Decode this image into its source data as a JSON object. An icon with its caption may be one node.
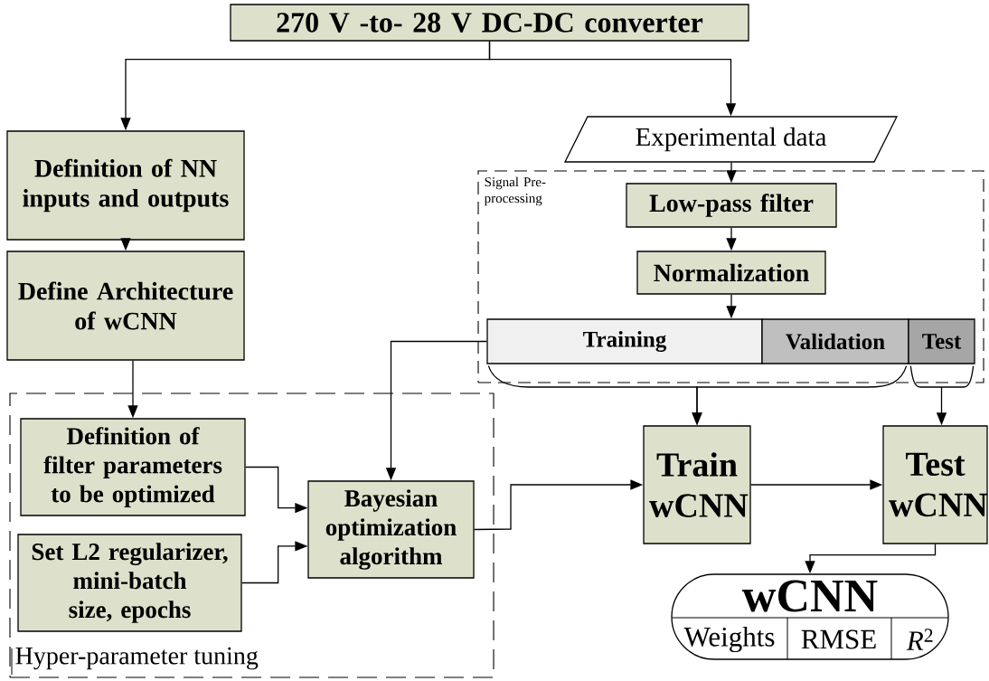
{
  "diagram": {
    "nodes": [
      {
        "text": [
          "270 V -to- 28 V DC-DC converter"
        ]
      },
      {
        "text": [
          "Definition of NN inputs and outputs"
        ]
      },
      {
        "text": [
          "Experimental data"
        ]
      },
      {
        "text": [
          "Signal Pre-processing"
        ]
      },
      {
        "text": [
          "Low-pass filter"
        ],
        "in": 3
      },
      {
        "text": [
          "Normalization"
        ],
        "in": 3
      },
      {
        "text": [
          "Training"
        ],
        "in": 3
      },
      {
        "text": [
          "Validation"
        ],
        "in": 3
      },
      {
        "text": [
          "Test"
        ],
        "in": 3
      },
      {
        "text": [
          "Define Architecture of wCNN"
        ]
      },
      {
        "text": [
          "Hyper-parameter tuning"
        ]
      },
      {
        "text": [
          "Definition of filter parameters to be optimized"
        ],
        "in": 10
      },
      {
        "text": [
          "Set L2 regularizer, mini-batch size, epochs"
        ],
        "in": 10
      },
      {
        "text": [
          "Bayesian optimization algorithm"
        ],
        "in": 10
      },
      {
        "text": [
          "Train wCNN"
        ]
      },
      {
        "text": [
          "Test wCNN"
        ]
      },
      {
        "text": [
          "wCNN",
          "Weights",
          "RMSE",
          "*R*$^{2}$"
        ]
      }
    ],
    "edges": [
      {
        "from": 0,
        "to": 1,
        "arrow": "to"
      },
      {
        "from": 0,
        "to": 2,
        "arrow": "to"
      },
      {
        "from": 2,
        "to": 4,
        "arrow": "to"
      },
      {
        "from": 4,
        "to": 5,
        "arrow": "to"
      },
      {
        "from": 5,
        "to": 6,
        "arrow": "to"
      },
      {
        "from": 1,
        "to": 9,
        "arrow": "to"
      },
      {
        "from": 9,
        "to": 11,
        "arrow": "to"
      },
      {
        "from": 6,
        "to": 13,
        "arrow": "to"
      },
      {
        "from": 11,
        "to": 13,
        "arrow": "to"
      },
      {
        "from": 12,
        "to": 13,
        "arrow": "to"
      },
      {
        "from": 13,
        "to": 14,
        "arrow": "to"
      },
      {
        "from": 6,
        "to": 14,
        "arrow": "to"
      },
      {
        "from": 7,
        "to": 14,
        "arrow": "to"
      },
      {
        "from": 8,
        "to": 15,
        "arrow": "to"
      },
      {
        "from": 14,
        "to": 15,
        "arrow": "to"
      },
      {
        "from": 15,
        "to": 16,
        "arrow": "to"
      }
    ]
  }
}
